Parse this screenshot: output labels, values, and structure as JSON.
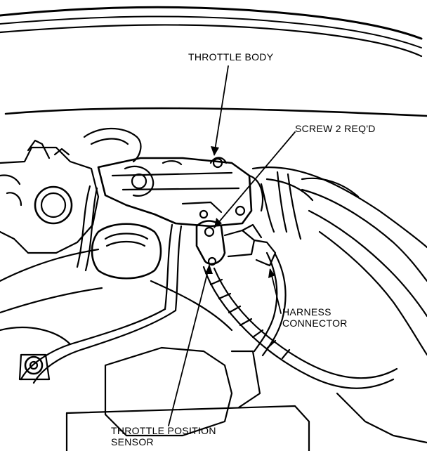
{
  "labels": {
    "throttle_body": "THROTTLE BODY",
    "screw": "SCREW 2 REQ'D",
    "harness_line1": "HARNESS",
    "harness_line2": "CONNECTOR",
    "tps_line1": "THROTTLE POSITION",
    "tps_line2": "SENSOR"
  }
}
